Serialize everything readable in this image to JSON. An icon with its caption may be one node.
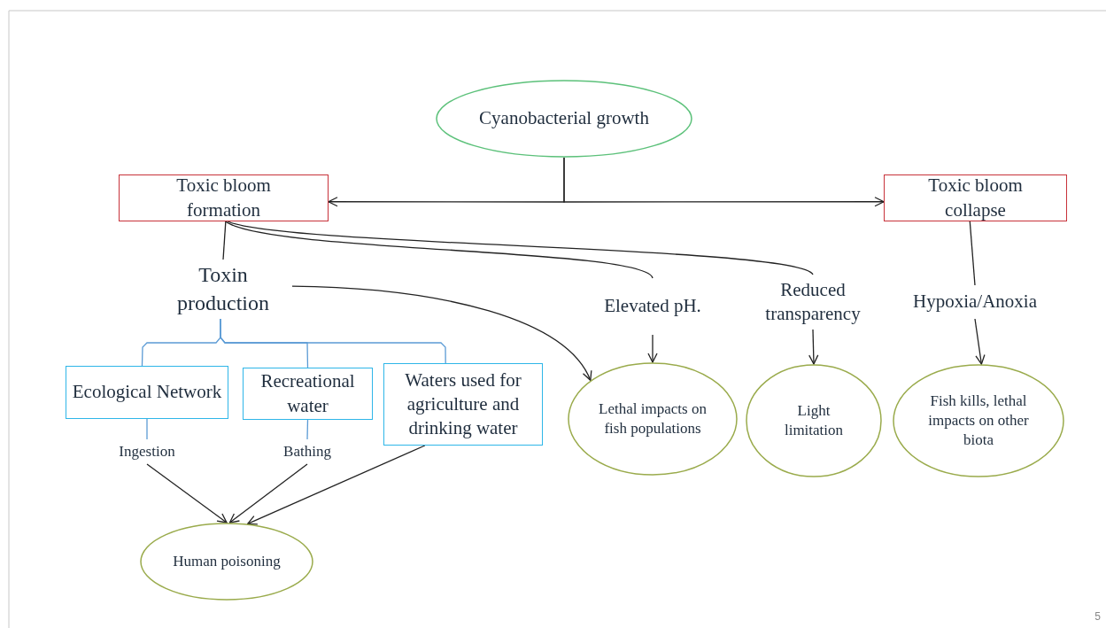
{
  "diagram": {
    "nodes": [
      {
        "text": [
          "Cyanobacterial growth"
        ]
      },
      {
        "text": [
          "Toxic bloom formation"
        ]
      },
      {
        "text": [
          "Toxic bloom collapse"
        ]
      },
      {
        "text": [
          "Toxin production"
        ]
      },
      {
        "text": [
          "Elevated pH."
        ]
      },
      {
        "text": [
          "Reduced transparency"
        ]
      },
      {
        "text": [
          "Hypoxia/Anoxia"
        ]
      },
      {
        "text": [
          "Ecological Network"
        ]
      },
      {
        "text": [
          "Recreational water"
        ]
      },
      {
        "text": [
          "Waters used for agriculture and drinking water"
        ]
      },
      {
        "text": [
          "Ingestion"
        ]
      },
      {
        "text": [
          "Bathing"
        ]
      },
      {
        "text": [
          "Lethal impacts on fish populations"
        ]
      },
      {
        "text": [
          "Light limitation"
        ]
      },
      {
        "text": [
          "Fish kills, lethal impacts on other biota"
        ]
      },
      {
        "text": [
          "Human poisoning"
        ]
      }
    ],
    "edges": [
      {
        "from": 0,
        "to": 1,
        "arrow": "to"
      },
      {
        "from": 0,
        "to": 2,
        "arrow": "to"
      },
      {
        "from": 1,
        "to": 3,
        "arrow": "none"
      },
      {
        "from": 1,
        "to": 4,
        "arrow": "none"
      },
      {
        "from": 1,
        "to": 5,
        "arrow": "none"
      },
      {
        "from": 3,
        "to": 12,
        "arrow": "to"
      },
      {
        "from": 3,
        "to": 7,
        "arrow": "none",
        "color": "#5b9bd5"
      },
      {
        "from": 3,
        "to": 8,
        "arrow": "none",
        "color": "#5b9bd5"
      },
      {
        "from": 3,
        "to": 9,
        "arrow": "none",
        "color": "#5b9bd5"
      },
      {
        "from": 7,
        "to": 10,
        "arrow": "none",
        "color": "#5b9bd5"
      },
      {
        "from": 8,
        "to": 11,
        "arrow": "none",
        "color": "#5b9bd5"
      },
      {
        "from": 10,
        "to": 15,
        "arrow": "to"
      },
      {
        "from": 11,
        "to": 15,
        "arrow": "to"
      },
      {
        "from": 9,
        "to": 15,
        "arrow": "to"
      },
      {
        "from": 2,
        "to": 6,
        "arrow": "none"
      },
      {
        "from": 4,
        "to": 12,
        "arrow": "to"
      },
      {
        "from": 5,
        "to": 13,
        "arrow": "to"
      },
      {
        "from": 6,
        "to": 14,
        "arrow": "to"
      }
    ],
    "labels": [
      "5"
    ]
  }
}
